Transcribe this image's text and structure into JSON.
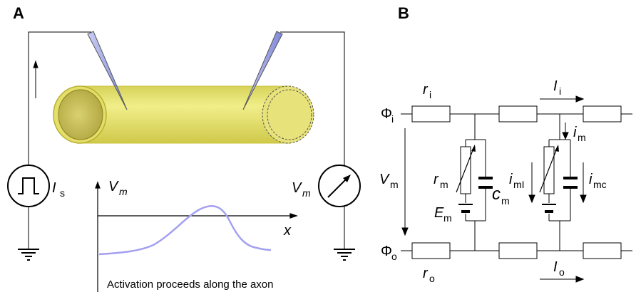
{
  "panel_a": {
    "label": "A",
    "current_label": "I",
    "current_sub": "s",
    "voltmeter_label": "V",
    "voltmeter_sub": "m",
    "plot_ylabel": "V",
    "plot_ysub": "m",
    "plot_xlabel": "x",
    "caption": "Activation proceeds along the axon"
  },
  "panel_b": {
    "label": "B",
    "ri": "r",
    "ri_sub": "i",
    "ro": "r",
    "ro_sub": "o",
    "Ii": "I",
    "Ii_sub": "i",
    "Io": "I",
    "Io_sub": "o",
    "phi_i": "Φ",
    "phi_i_sub": "i",
    "phi_o": "Φ",
    "phi_o_sub": "o",
    "Vm": "V",
    "Vm_sub": "m",
    "rm": "r",
    "rm_sub": "m",
    "cm": "c",
    "cm_sub": "m",
    "Em": "E",
    "Em_sub": "m",
    "im": "i",
    "im_sub": "m",
    "imI": "i",
    "imI_sub": "mI",
    "imc": "i",
    "imc_sub": "mc"
  },
  "colors": {
    "axon": "#e6e27a",
    "axon_edge": "#c8c23a",
    "curve": "#a3a0f0",
    "electrode": "#a0a8e8"
  }
}
